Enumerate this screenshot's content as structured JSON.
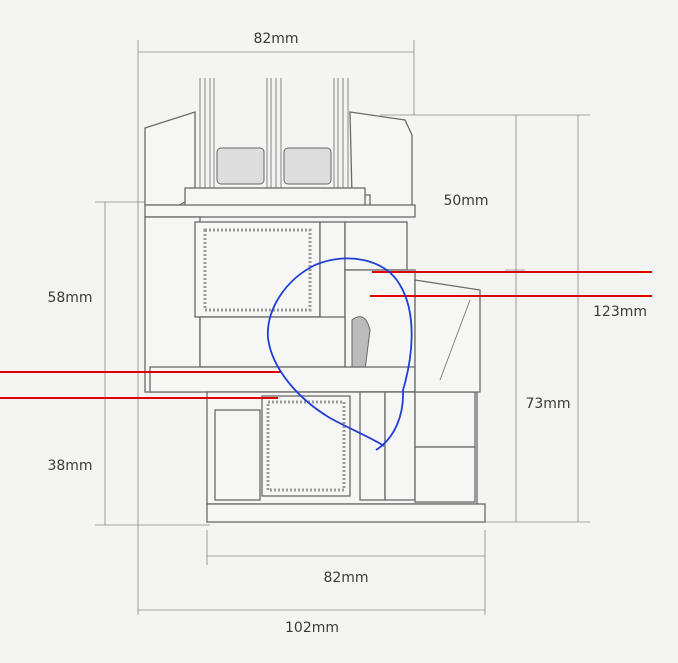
{
  "dimensions": {
    "top_width": "82mm",
    "sash_height": "50mm",
    "left_upper": "58mm",
    "total_height": "123mm",
    "frame_height": "73mm",
    "left_lower": "38mm",
    "bottom_width": "82mm",
    "total_width": "102mm"
  },
  "colors": {
    "background": "#f4f4f2",
    "annotation_red": "#e00000",
    "annotation_blue": "#1f3fd6"
  }
}
